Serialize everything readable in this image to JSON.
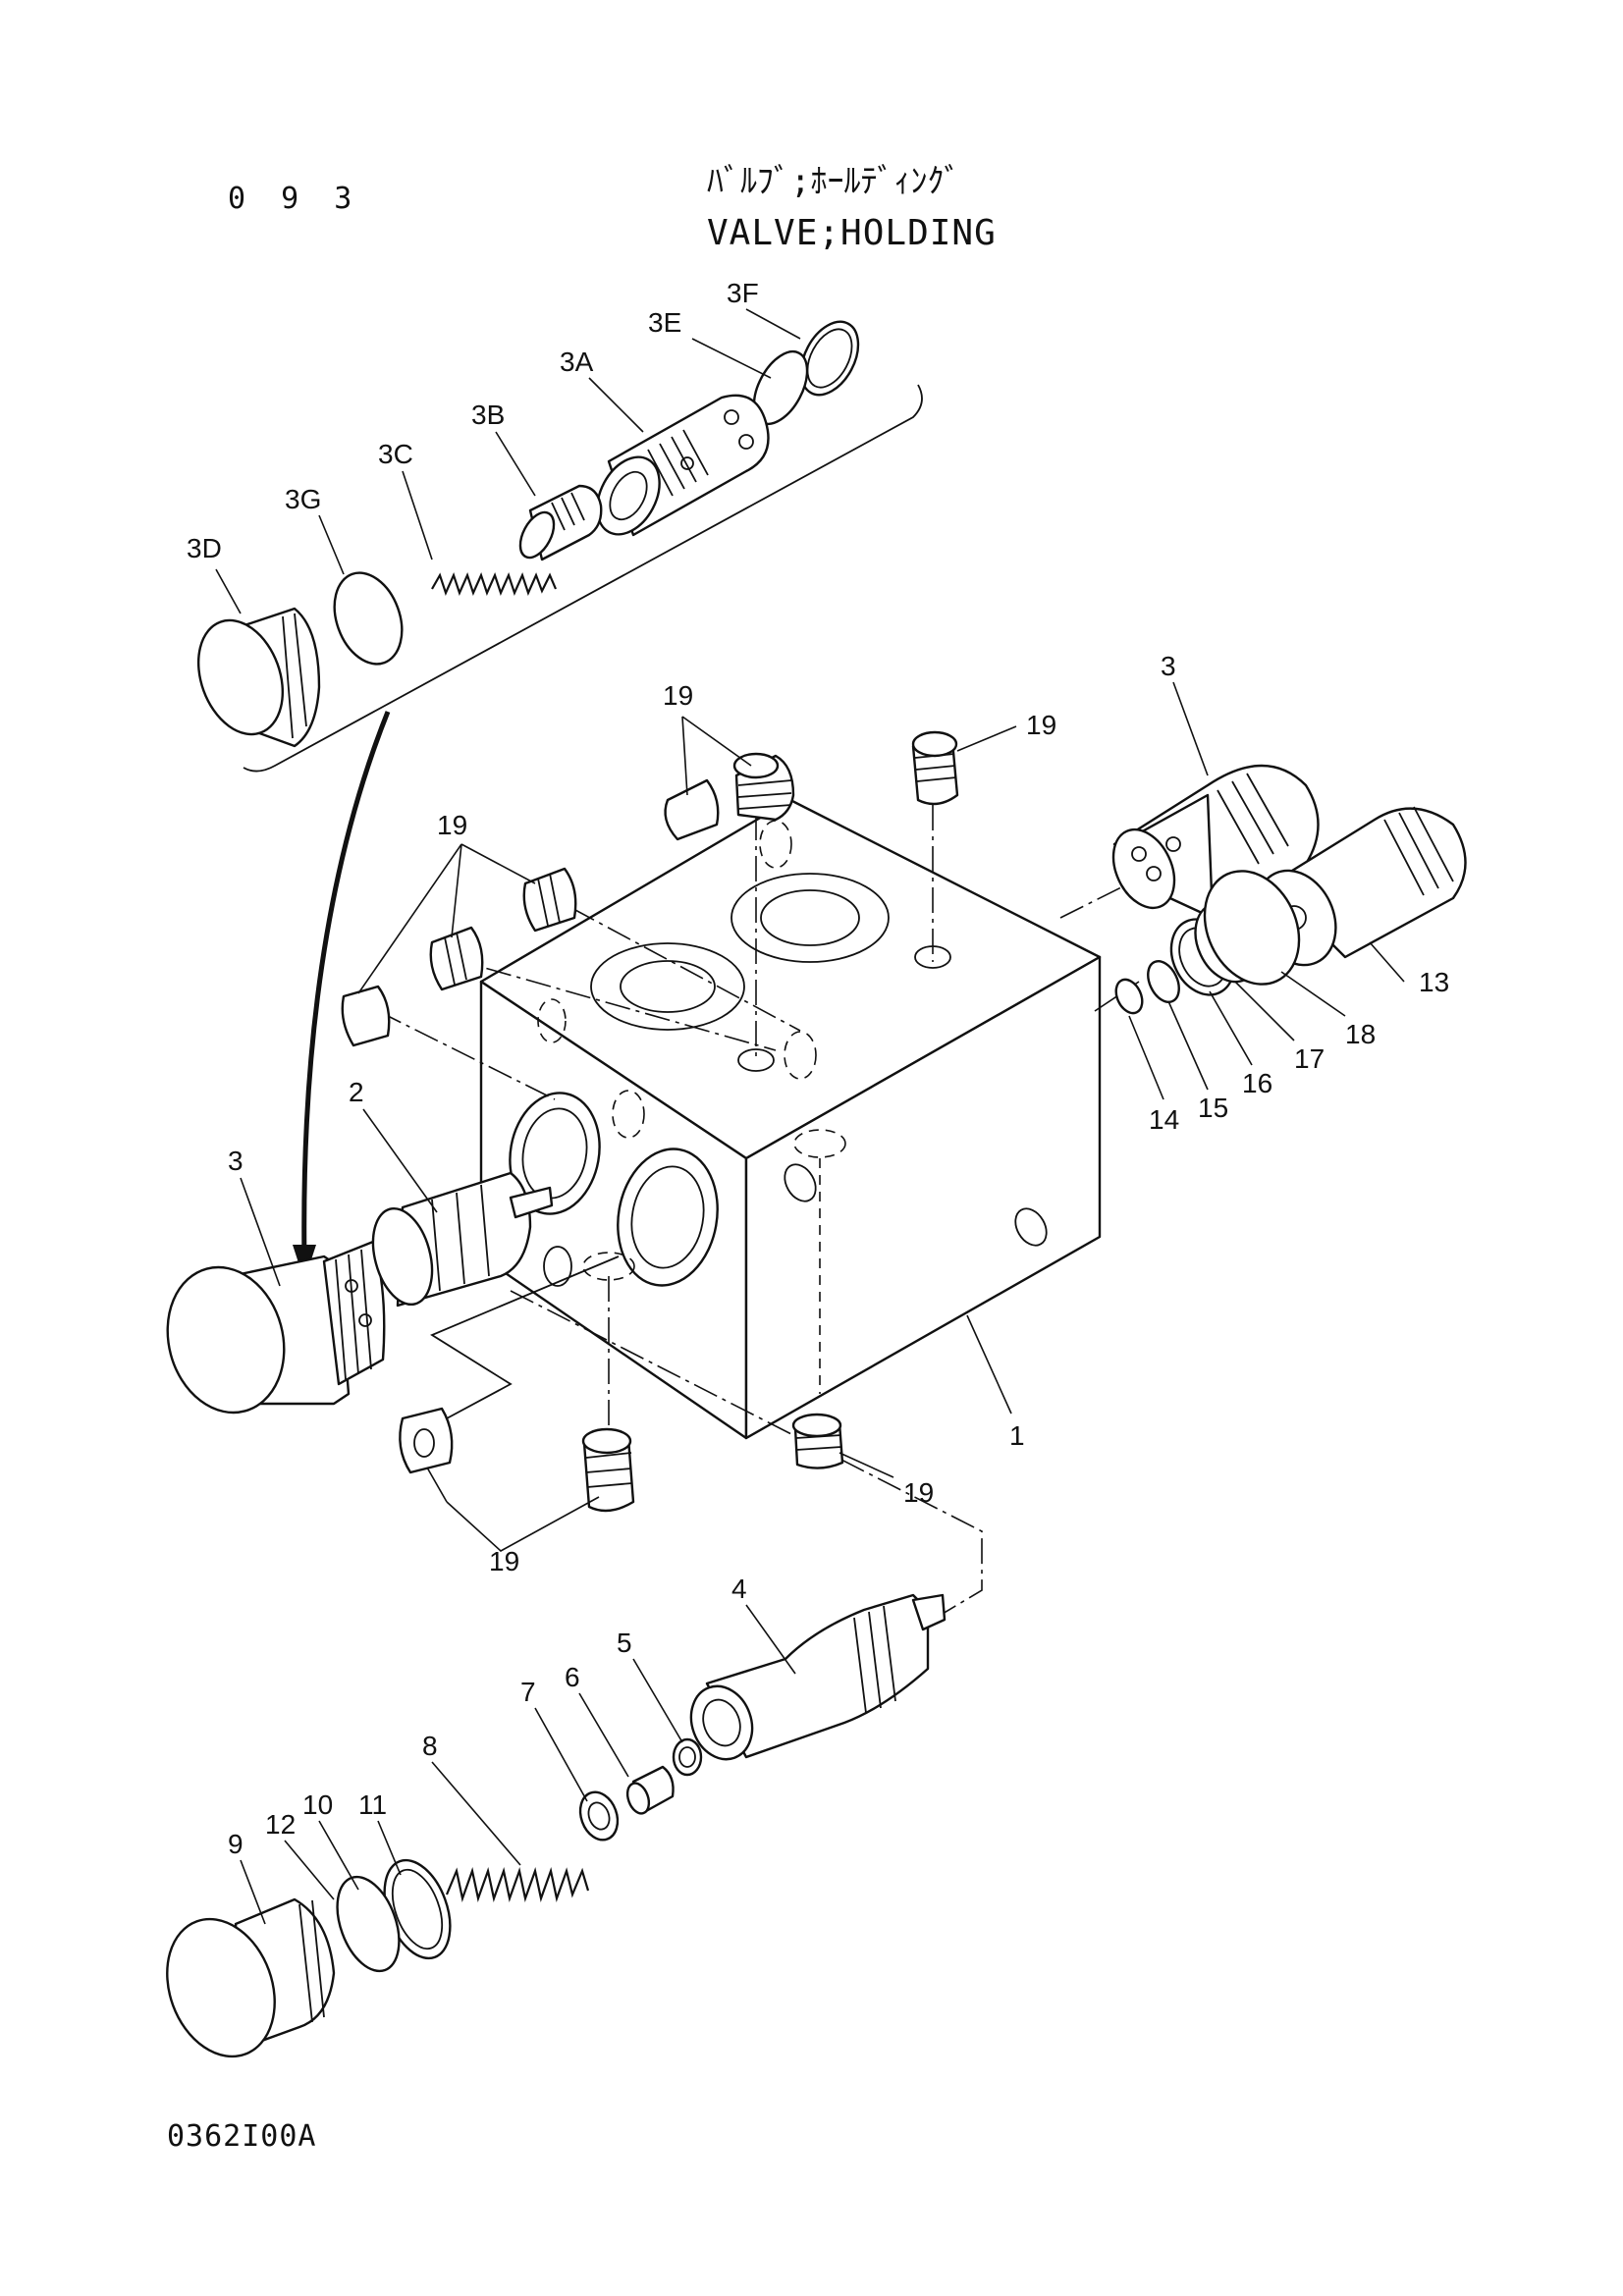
{
  "page_number": "0 9 3",
  "title_jp": "ﾊﾞﾙﾌﾞ;ﾎｰﾙﾃﾞｨﾝｸﾞ",
  "title_en": "VALVE;HOLDING",
  "drawing_code": "0362I00A",
  "callouts": {
    "c1": "1",
    "c2": "2",
    "c3_left": "3",
    "c3_right": "3",
    "c3a": "3A",
    "c3b": "3B",
    "c3c": "3C",
    "c3d": "3D",
    "c3e": "3E",
    "c3f": "3F",
    "c3g": "3G",
    "c4": "4",
    "c5": "5",
    "c6": "6",
    "c7": "7",
    "c8": "8",
    "c9": "9",
    "c10": "10",
    "c11": "11",
    "c12": "12",
    "c13": "13",
    "c14": "14",
    "c15": "15",
    "c16": "16",
    "c17": "17",
    "c18": "18",
    "c19_top_a": "19",
    "c19_top_b": "19",
    "c19_left": "19",
    "c19_bottom_left": "19",
    "c19_bottom_right": "19"
  }
}
